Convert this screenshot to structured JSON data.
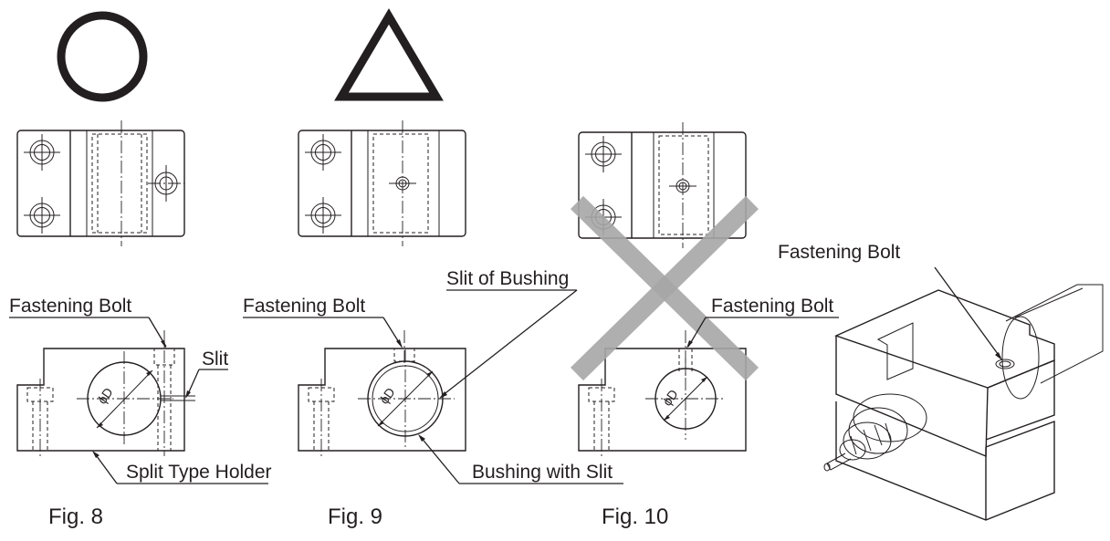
{
  "colors": {
    "line": "#231f20",
    "symbol": "#231f20",
    "cross": "#a6a6a6"
  },
  "icons": {
    "fig8": "circle-symbol",
    "fig9": "triangle-symbol",
    "fig10": "x-mark"
  },
  "fig8": {
    "caption": "Fig. 8",
    "fastening_bolt": "Fastening Bolt",
    "slit": "Slit",
    "holder": "Split Type Holder",
    "dia": "ϕD"
  },
  "fig9": {
    "caption": "Fig. 9",
    "fastening_bolt": "Fastening Bolt",
    "slit_of_bushing": "Slit of Bushing",
    "bushing_with_slit": "Bushing with Slit",
    "dia": "ϕD"
  },
  "fig10": {
    "caption": "Fig. 10",
    "fastening_bolt": "Fastening Bolt",
    "dia": "ϕD"
  },
  "iso": {
    "fastening_bolt": "Fastening Bolt"
  }
}
